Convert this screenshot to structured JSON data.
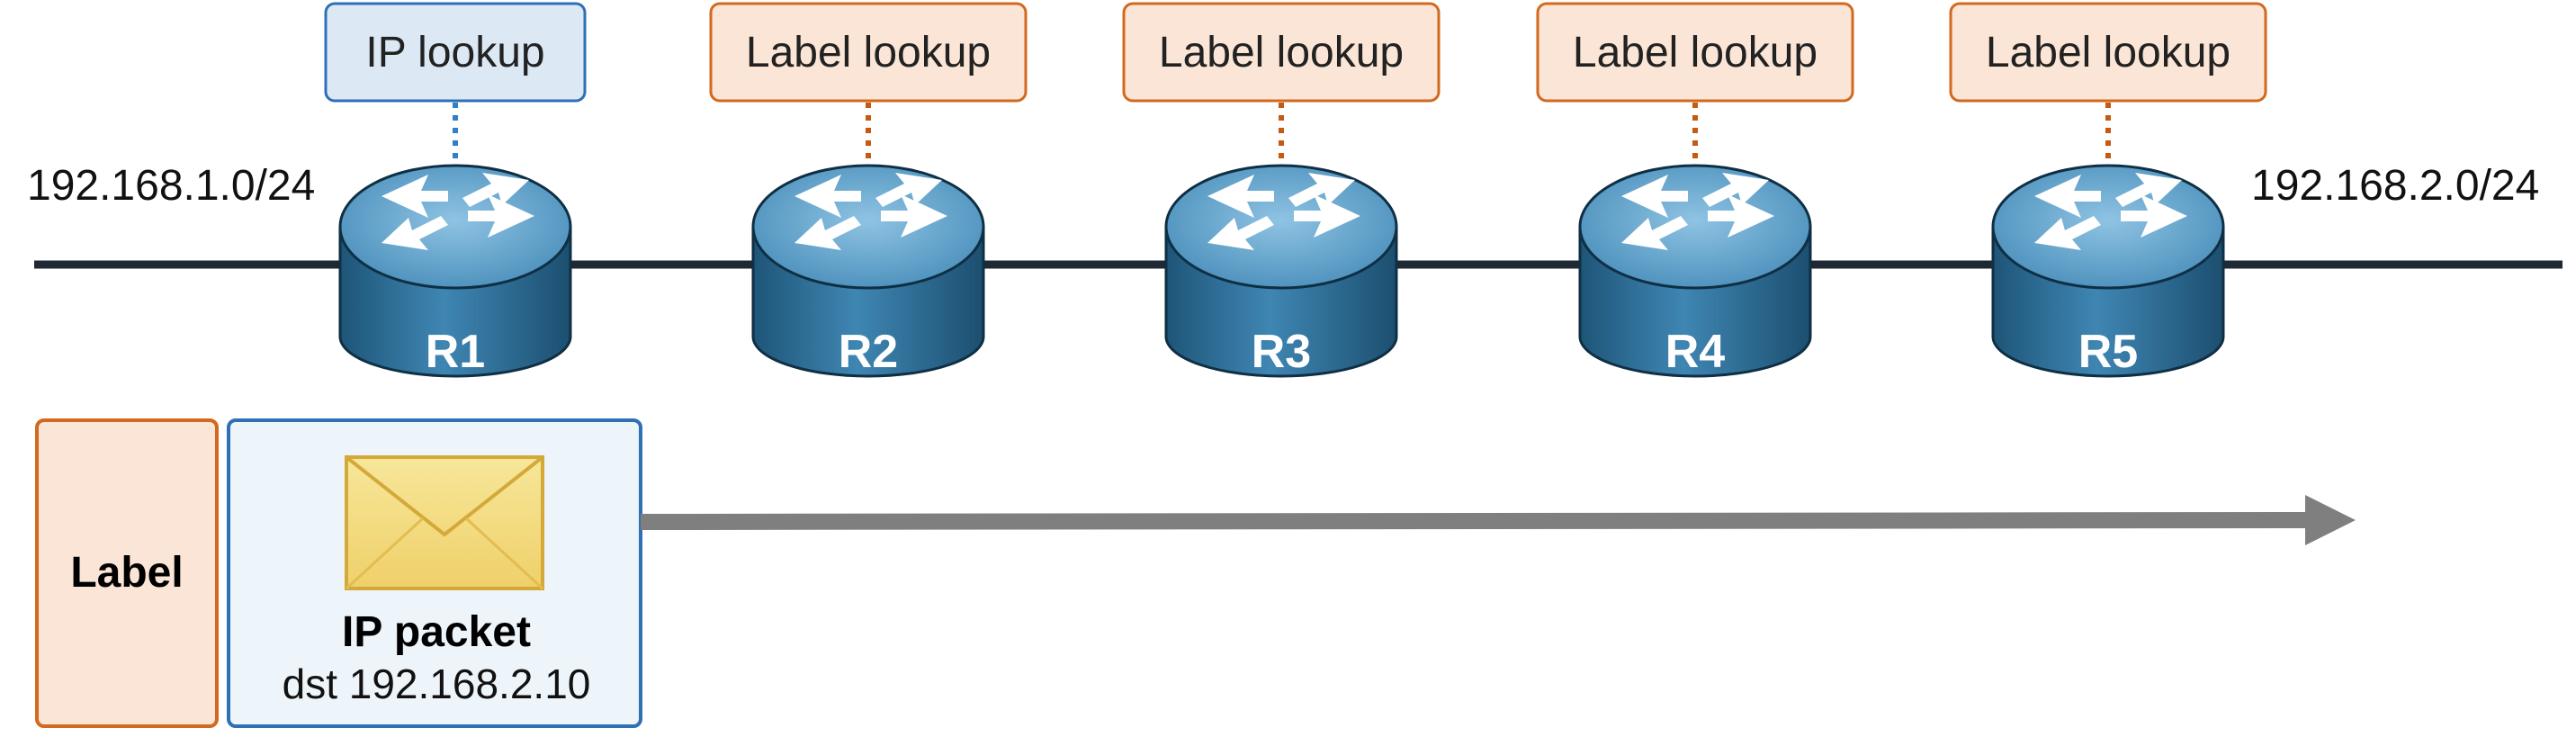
{
  "networks": {
    "source": "192.168.1.0/24",
    "destination": "192.168.2.0/24"
  },
  "routers": [
    {
      "name": "R1",
      "lookup": "IP lookup",
      "lookup_kind": "ip"
    },
    {
      "name": "R2",
      "lookup": "Label lookup",
      "lookup_kind": "label"
    },
    {
      "name": "R3",
      "lookup": "Label lookup",
      "lookup_kind": "label"
    },
    {
      "name": "R4",
      "lookup": "Label lookup",
      "lookup_kind": "label"
    },
    {
      "name": "R5",
      "lookup": "Label lookup",
      "lookup_kind": "label"
    }
  ],
  "packet": {
    "label_text": "Label",
    "title": "IP packet",
    "destination": "dst 192.168.2.10"
  },
  "colors": {
    "ip_box_fill": "#dde8f5",
    "ip_box_stroke": "#2f6fb5",
    "ip_connector": "#2f7fc9",
    "label_box_fill": "#fbe5d6",
    "label_box_stroke": "#d2691e",
    "label_connector": "#c55a11",
    "link_line": "#1f2933",
    "router_top": "#5b9ec7",
    "router_side": "#2d6e96",
    "packet_box_fill": "#eef5fa",
    "packet_box_stroke": "#2f6fb5",
    "envelope_fill": "#f5dc7a",
    "arrow": "#7f7f7f"
  }
}
